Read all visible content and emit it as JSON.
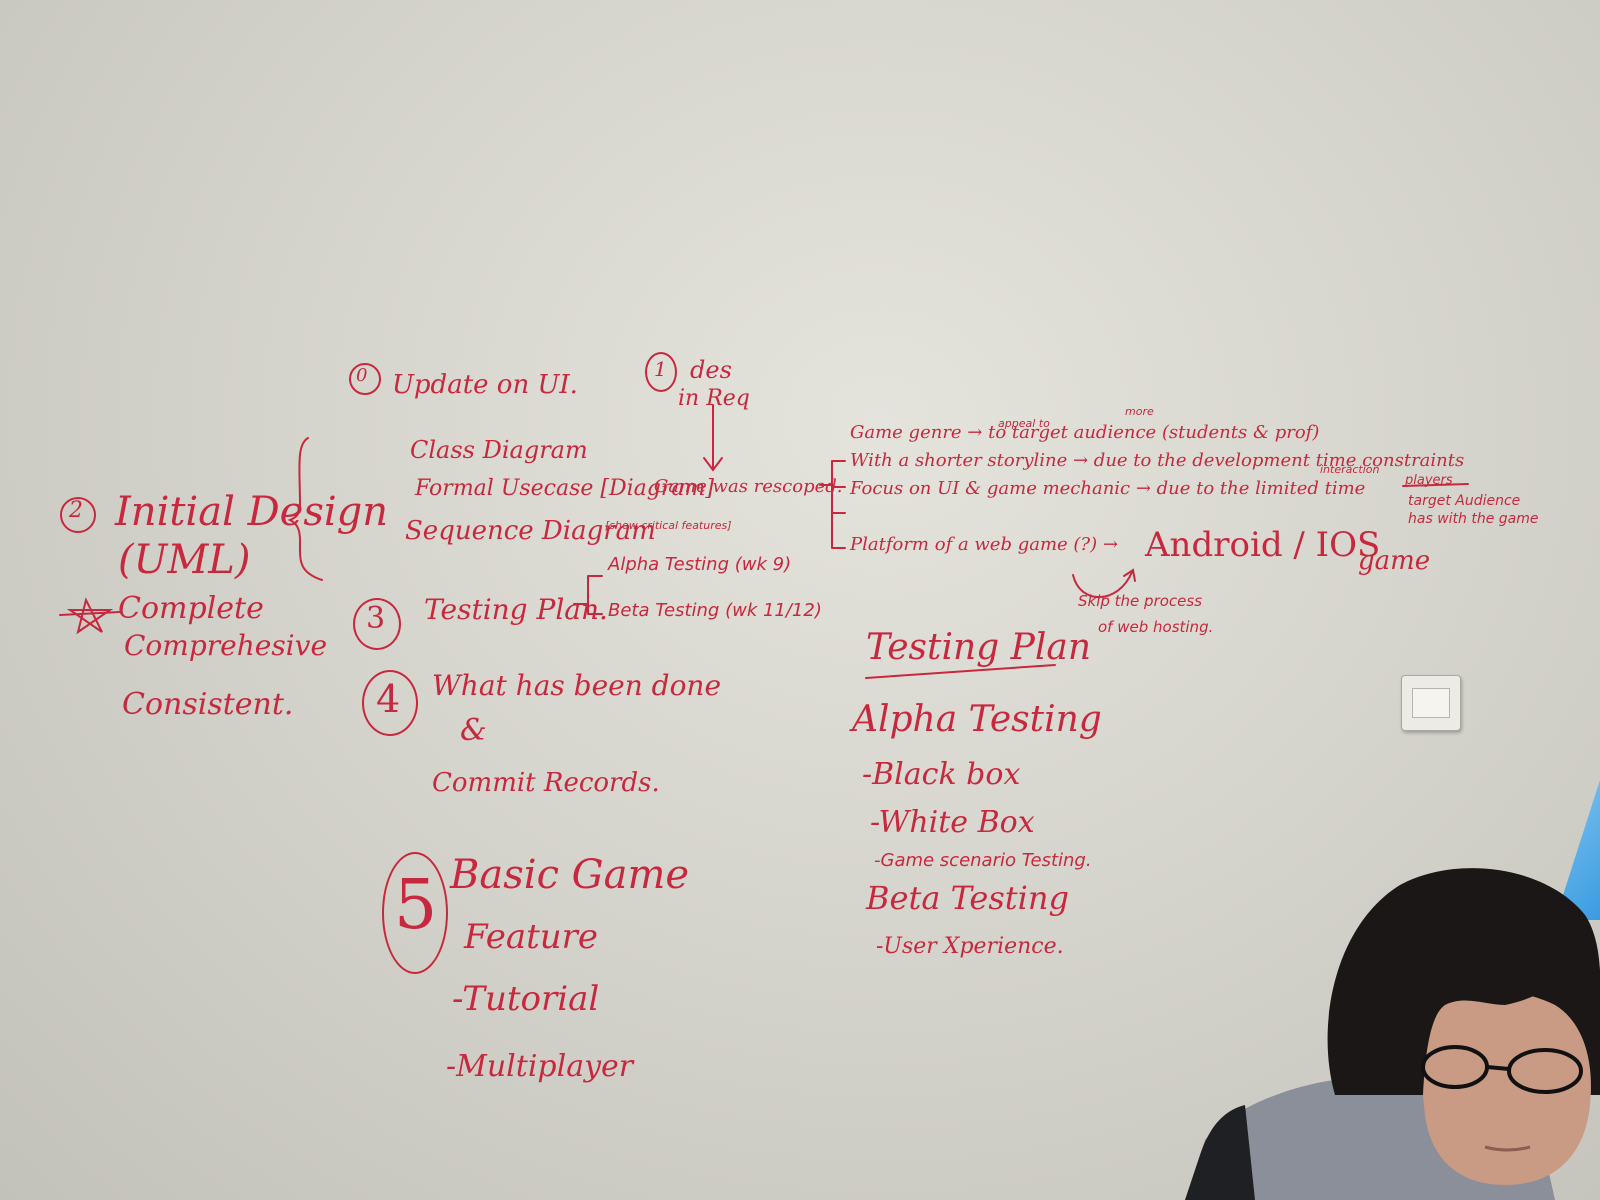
{
  "colors": {
    "marker_red": "#c8283e",
    "board": "#d9d8d0"
  },
  "left_block": {
    "num_2": "2",
    "title": "Initial Design",
    "uml": "(UML)",
    "complete": "Complete",
    "comprehensive": "Comprehesive",
    "consistent": "Consistent."
  },
  "item_0": {
    "num": "0",
    "text": "Update on UI."
  },
  "uml_list": {
    "class": "Class Diagram",
    "usecase": "Formal Usecase [Diagram]",
    "sequence": "Sequence Diagram",
    "sequence_note": "[show critical features]"
  },
  "item_1": {
    "num": "1",
    "line1": "des",
    "line2": "in Req"
  },
  "rescoped": "Game was rescoped.",
  "rescope_items": {
    "genre": "Game genre → to target audience (students & prof)",
    "appeal_note": "appeal to",
    "more_note": "more",
    "storyline": "With a shorter storyline → due to the development time constraints",
    "focus": "Focus on UI & game mechanic → due to the limited time",
    "interaction_note": "interaction",
    "players": "players",
    "target_aud": "target Audience",
    "has_with": "has with the game",
    "platform": "Platform of a web game (?) →",
    "android": "Android / IOS",
    "game": "game",
    "skip1": "Skip the process",
    "skip2": "of web hosting."
  },
  "item_3": {
    "num": "3",
    "text": "Testing Plan.",
    "alpha": "Alpha Testing (wk 9)",
    "beta": "Beta Testing (wk 11/12)"
  },
  "item_4": {
    "num": "4",
    "line1": "What has been done",
    "amp": "&",
    "line2": "Commit Records."
  },
  "item_5": {
    "num": "5",
    "line1": "Basic Game",
    "line2": "Feature",
    "tutorial": "-Tutorial",
    "multi": "-Multiplayer"
  },
  "testing_plan": {
    "title": "Testing Plan",
    "alpha": "Alpha Testing",
    "black": "-Black box",
    "white": "-White Box",
    "scenario": "-Game scenario Testing.",
    "beta": "Beta Testing",
    "ux": "-User Xperience."
  }
}
